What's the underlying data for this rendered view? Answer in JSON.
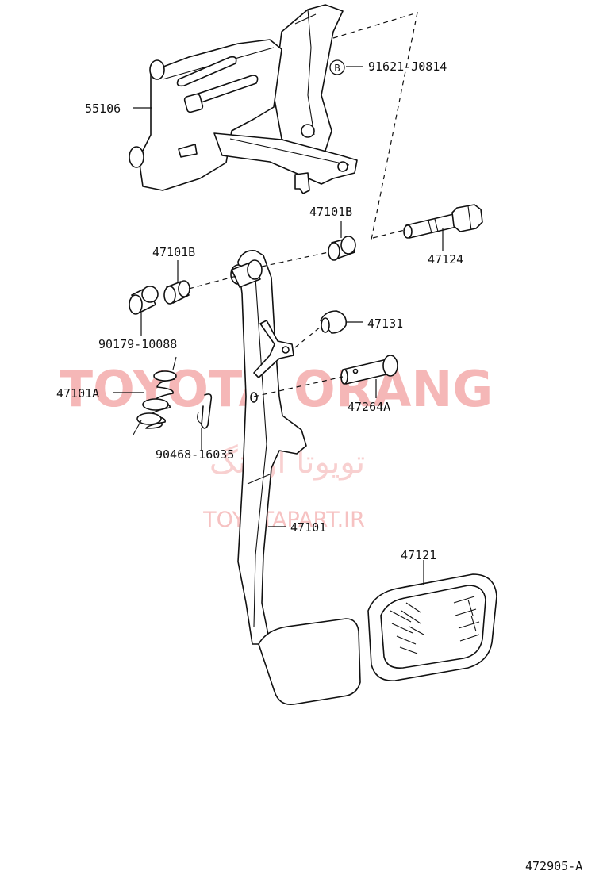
{
  "diagram": {
    "colors": {
      "line": "#111111",
      "background": "#ffffff",
      "watermark": "#f4b0b0"
    },
    "watermark": {
      "brand": "TOYOTA ORANG",
      "brand_fa": "تویوتا اورنگ",
      "site": "TOYOTAPART.IR"
    },
    "figure_code": "472905-A",
    "callouts": {
      "bracket": "55106",
      "bolt_b": "91621-J0814",
      "b_marker": "B",
      "bush_right": "47101B",
      "pivot_bolt": "47124",
      "bush_left": "47101B",
      "collar": "90179-10088",
      "stopper": "47131",
      "spring": "47101A",
      "pin": "47264A",
      "clip": "90468-16035",
      "pedal_arm": "47101",
      "pedal_pad": "47121"
    }
  }
}
